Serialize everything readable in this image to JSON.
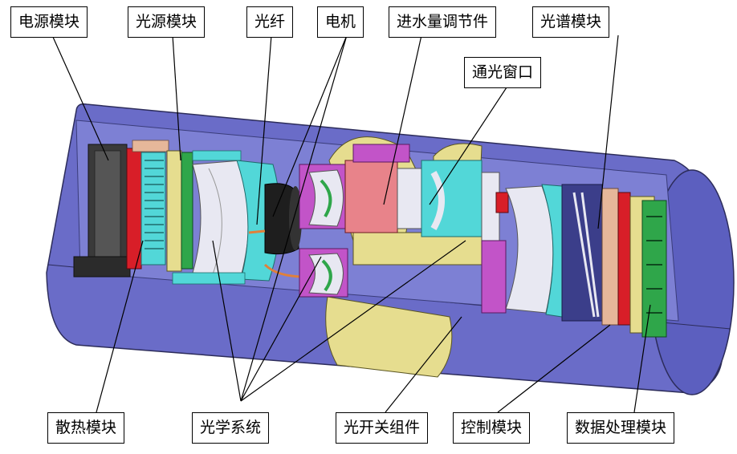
{
  "labels": {
    "power_module": "电源模块",
    "light_source_module": "光源模块",
    "optical_fiber": "光纤",
    "motor": "电机",
    "water_inlet_adjuster": "进水量调节件",
    "light_window": "通光窗口",
    "spectral_module": "光谱模块",
    "heat_sink_module": "散热模块",
    "optical_system": "光学系统",
    "optical_switch_assembly": "光开关组件",
    "control_module": "控制模块",
    "data_processing_module": "数据处理模块"
  },
  "colors": {
    "housing": "#6a6cc8",
    "housing_dark": "#4f52a8",
    "yellow_ring": "#e6dd8f",
    "lens": "#e8e8f2",
    "cyan": "#52d7d8",
    "red": "#d81e28",
    "green": "#2fa64a",
    "magenta": "#c254c8",
    "pink": "#e8838a",
    "dark": "#2b2b2b",
    "tan": "#e6b79a"
  }
}
